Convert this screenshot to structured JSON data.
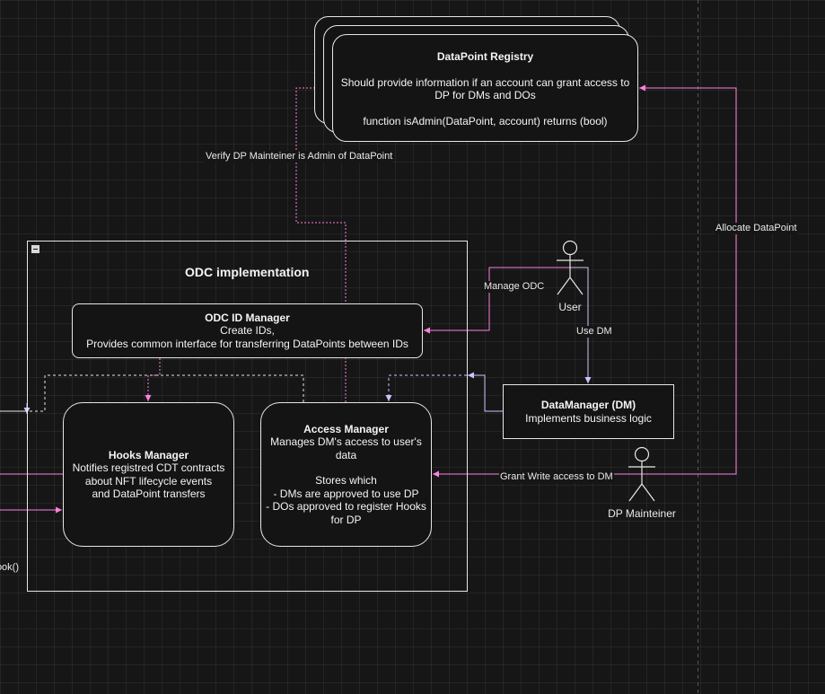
{
  "registry": {
    "title": "DataPoint Registry",
    "line1": "Should provide information if an account can grant access to",
    "line2": "DP for DMs and DOs",
    "line3": "function isAdmin(DataPoint, account) returns (bool)"
  },
  "group": {
    "title": "ODC implementation"
  },
  "odc_id_manager": {
    "title": "ODC ID Manager",
    "line1": "Create IDs,",
    "line2": "Provides common interface for transferring DataPoints between IDs"
  },
  "hooks_manager": {
    "title": "Hooks Manager",
    "line1": "Notifies registred CDT contracts",
    "line2": "about NFT lifecycle events",
    "line3": "and DataPoint transfers"
  },
  "access_manager": {
    "title": "Access Manager",
    "line1": "Manages DM's access to user's",
    "line2": "data",
    "line3": "Stores which",
    "line4": "- DMs are approved to use DP",
    "line5": "- DOs approved to register Hooks",
    "line6": "for DP"
  },
  "data_manager": {
    "title": "DataManager (DM)",
    "line1": "Implements business logic"
  },
  "actors": {
    "user": "User",
    "dp_maintainer": "DP Mainteiner"
  },
  "edge_labels": {
    "verify": "Verify DP Mainteiner is Admin of DataPoint",
    "allocate": "Allocate DataPoint",
    "manage_odc": "Manage ODC",
    "use_dm": "Use DM",
    "grant_write": "Grant Write access to DM",
    "hook_partial": "Hook()"
  },
  "colors": {
    "pink": "#ff7fe0",
    "lavender": "#c7c7ff",
    "white": "#f0f0f0",
    "background": "#161616"
  }
}
